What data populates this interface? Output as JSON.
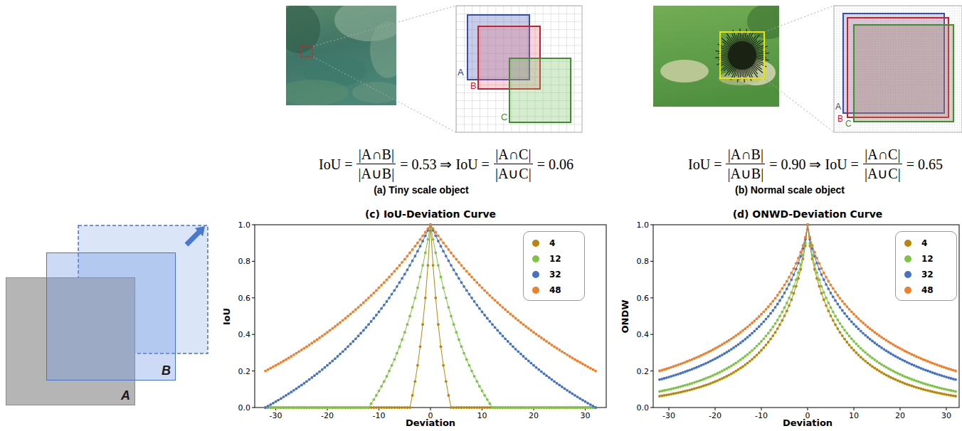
{
  "diagram": {
    "nodes": [
      {
        "text": [
          "A"
        ]
      },
      {
        "text": [
          "B"
        ]
      },
      {
        "text": [
          "C"
        ]
      },
      {
        "text": [
          "A"
        ]
      },
      {
        "text": [
          "B"
        ]
      },
      {
        "text": [
          "C"
        ]
      },
      {
        "text": [
          "A"
        ]
      },
      {
        "text": [
          "B"
        ]
      }
    ],
    "labels": [
      "IoU =",
      "|A∩B|",
      "|A∪B|",
      "= 0.53 ⇒ IoU =",
      "|A∩C|",
      "|A∪C|",
      "= 0.06",
      "(a) Tiny scale object",
      "IoU =",
      "|A∩B|",
      "|A∪B|",
      "= 0.90 ⇒ IoU =",
      "|A∩C|",
      "|A∪C|",
      "= 0.65",
      "(b) Normal scale object",
      "(c) IoU-Deviation Curve",
      "IoU",
      "Deviation",
      "0.0",
      "0.2",
      "0.4",
      "0.6",
      "0.8",
      "1.0",
      "-30",
      "-20",
      "-10",
      "0",
      "10",
      "20",
      "30",
      "(d) ONWD-Deviation Curve",
      "ONDW",
      "Deviation",
      "0.0",
      "0.2",
      "0.4",
      "0.6",
      "0.8",
      "1.0",
      "-30",
      "-20",
      "-10",
      "0",
      "10",
      "20",
      "30"
    ],
    "legend": [
      {
        "text": "4",
        "color": "#b8860b"
      },
      {
        "text": "12",
        "color": "#7cc444"
      },
      {
        "text": "32",
        "color": "#4472c4"
      },
      {
        "text": "48",
        "color": "#f07f2c"
      },
      {
        "text": "4",
        "color": "#b8860b"
      },
      {
        "text": "12",
        "color": "#7cc444"
      },
      {
        "text": "32",
        "color": "#4472c4"
      },
      {
        "text": "48",
        "color": "#f07f2c"
      }
    ]
  }
}
